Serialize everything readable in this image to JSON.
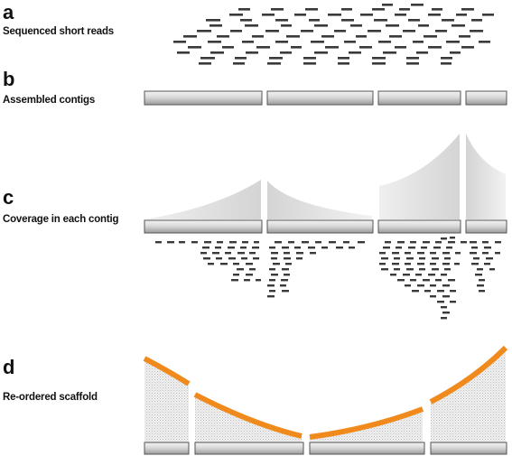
{
  "panels": {
    "a": {
      "letter": "a",
      "caption": "Sequenced short reads"
    },
    "b": {
      "letter": "b",
      "caption": "Assembled contigs"
    },
    "c": {
      "letter": "c",
      "caption": "Coverage in each contig"
    },
    "d": {
      "letter": "d",
      "caption": "Re-ordered scaffold"
    }
  },
  "colors": {
    "read": "#3a3a3a",
    "contig_light": "#f1f1f1",
    "contig_dark": "#9c9c9c",
    "contig_border": "#555555",
    "coverage_fill": "#dedede",
    "scaffold_line": "#f08a1c"
  }
}
